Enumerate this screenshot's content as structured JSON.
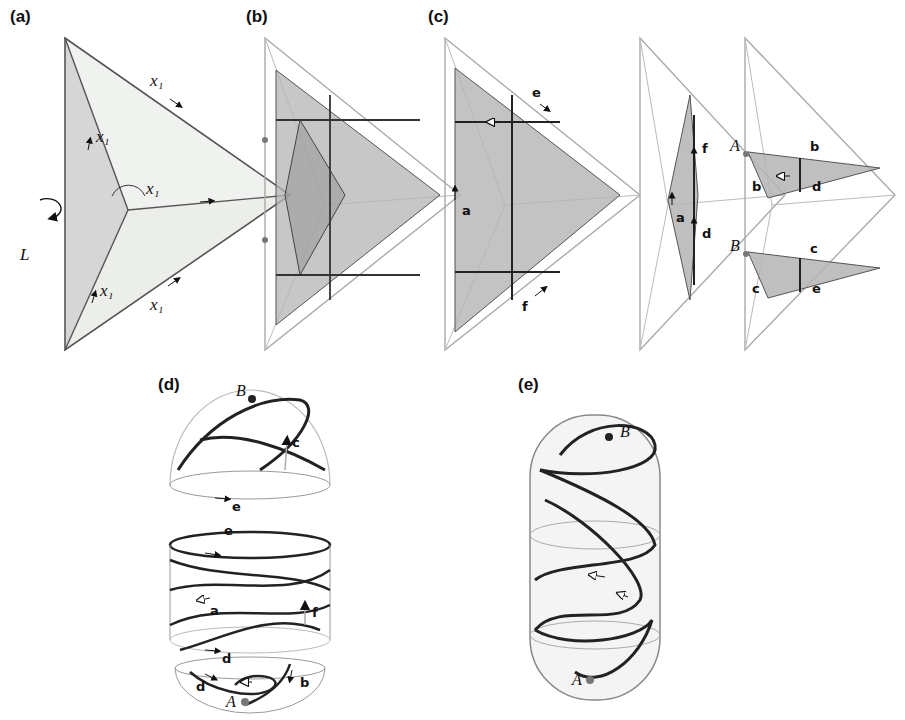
{
  "diagram": {
    "labels": [
      "(a)",
      "(b)",
      "(c)",
      "(d)",
      "(e)",
      "x₁",
      "x₁",
      "x₁",
      "x₁",
      "x₁",
      "L",
      "e",
      "a",
      "f",
      "f",
      "a",
      "d",
      "A",
      "b",
      "b",
      "d",
      "B",
      "c",
      "c",
      "e",
      "B",
      "c",
      "e",
      "e",
      "a",
      "f",
      "d",
      "d",
      "b",
      "A",
      "B",
      "A"
    ]
  }
}
